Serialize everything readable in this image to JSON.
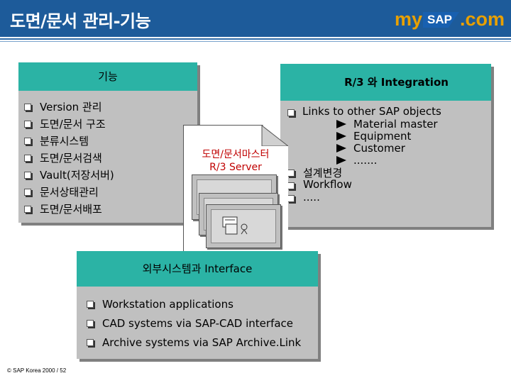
{
  "header": {
    "title": "도면/문서 관리-기능",
    "logo": {
      "my": "my",
      "sap": "SAP",
      "com": ".com"
    }
  },
  "functions_panel": {
    "title": "기능",
    "items": [
      "Version 관리",
      "도면/문서 구조",
      "분류시스템",
      "도면/문서검색",
      "Vault(저장서버)",
      "문서상태관리",
      "도면/문서배포"
    ]
  },
  "integration_panel": {
    "title": "R/3 와 Integration",
    "links_label": "Links to other SAP objects",
    "sub_items": [
      "Material master",
      "Equipment",
      "Customer",
      "......."
    ],
    "items": [
      "설계변경",
      "Workflow",
      "....."
    ]
  },
  "center_document": {
    "line1": "도면/문서마스터",
    "line2": "R/3 Server"
  },
  "interface_panel": {
    "title": "외부시스템과 Interface",
    "items": [
      "Workstation applications",
      "CAD systems via SAP-CAD interface",
      "Archive systems via SAP Archive.Link"
    ]
  },
  "footer": {
    "text": "© SAP Korea 2000 / 52"
  },
  "colors": {
    "title_bar": "#1d5b9a",
    "panel_header": "#2bb3a5",
    "panel_body": "#c0c0c0",
    "logo_orange": "#e8a000",
    "logo_blue": "#1860b0"
  }
}
